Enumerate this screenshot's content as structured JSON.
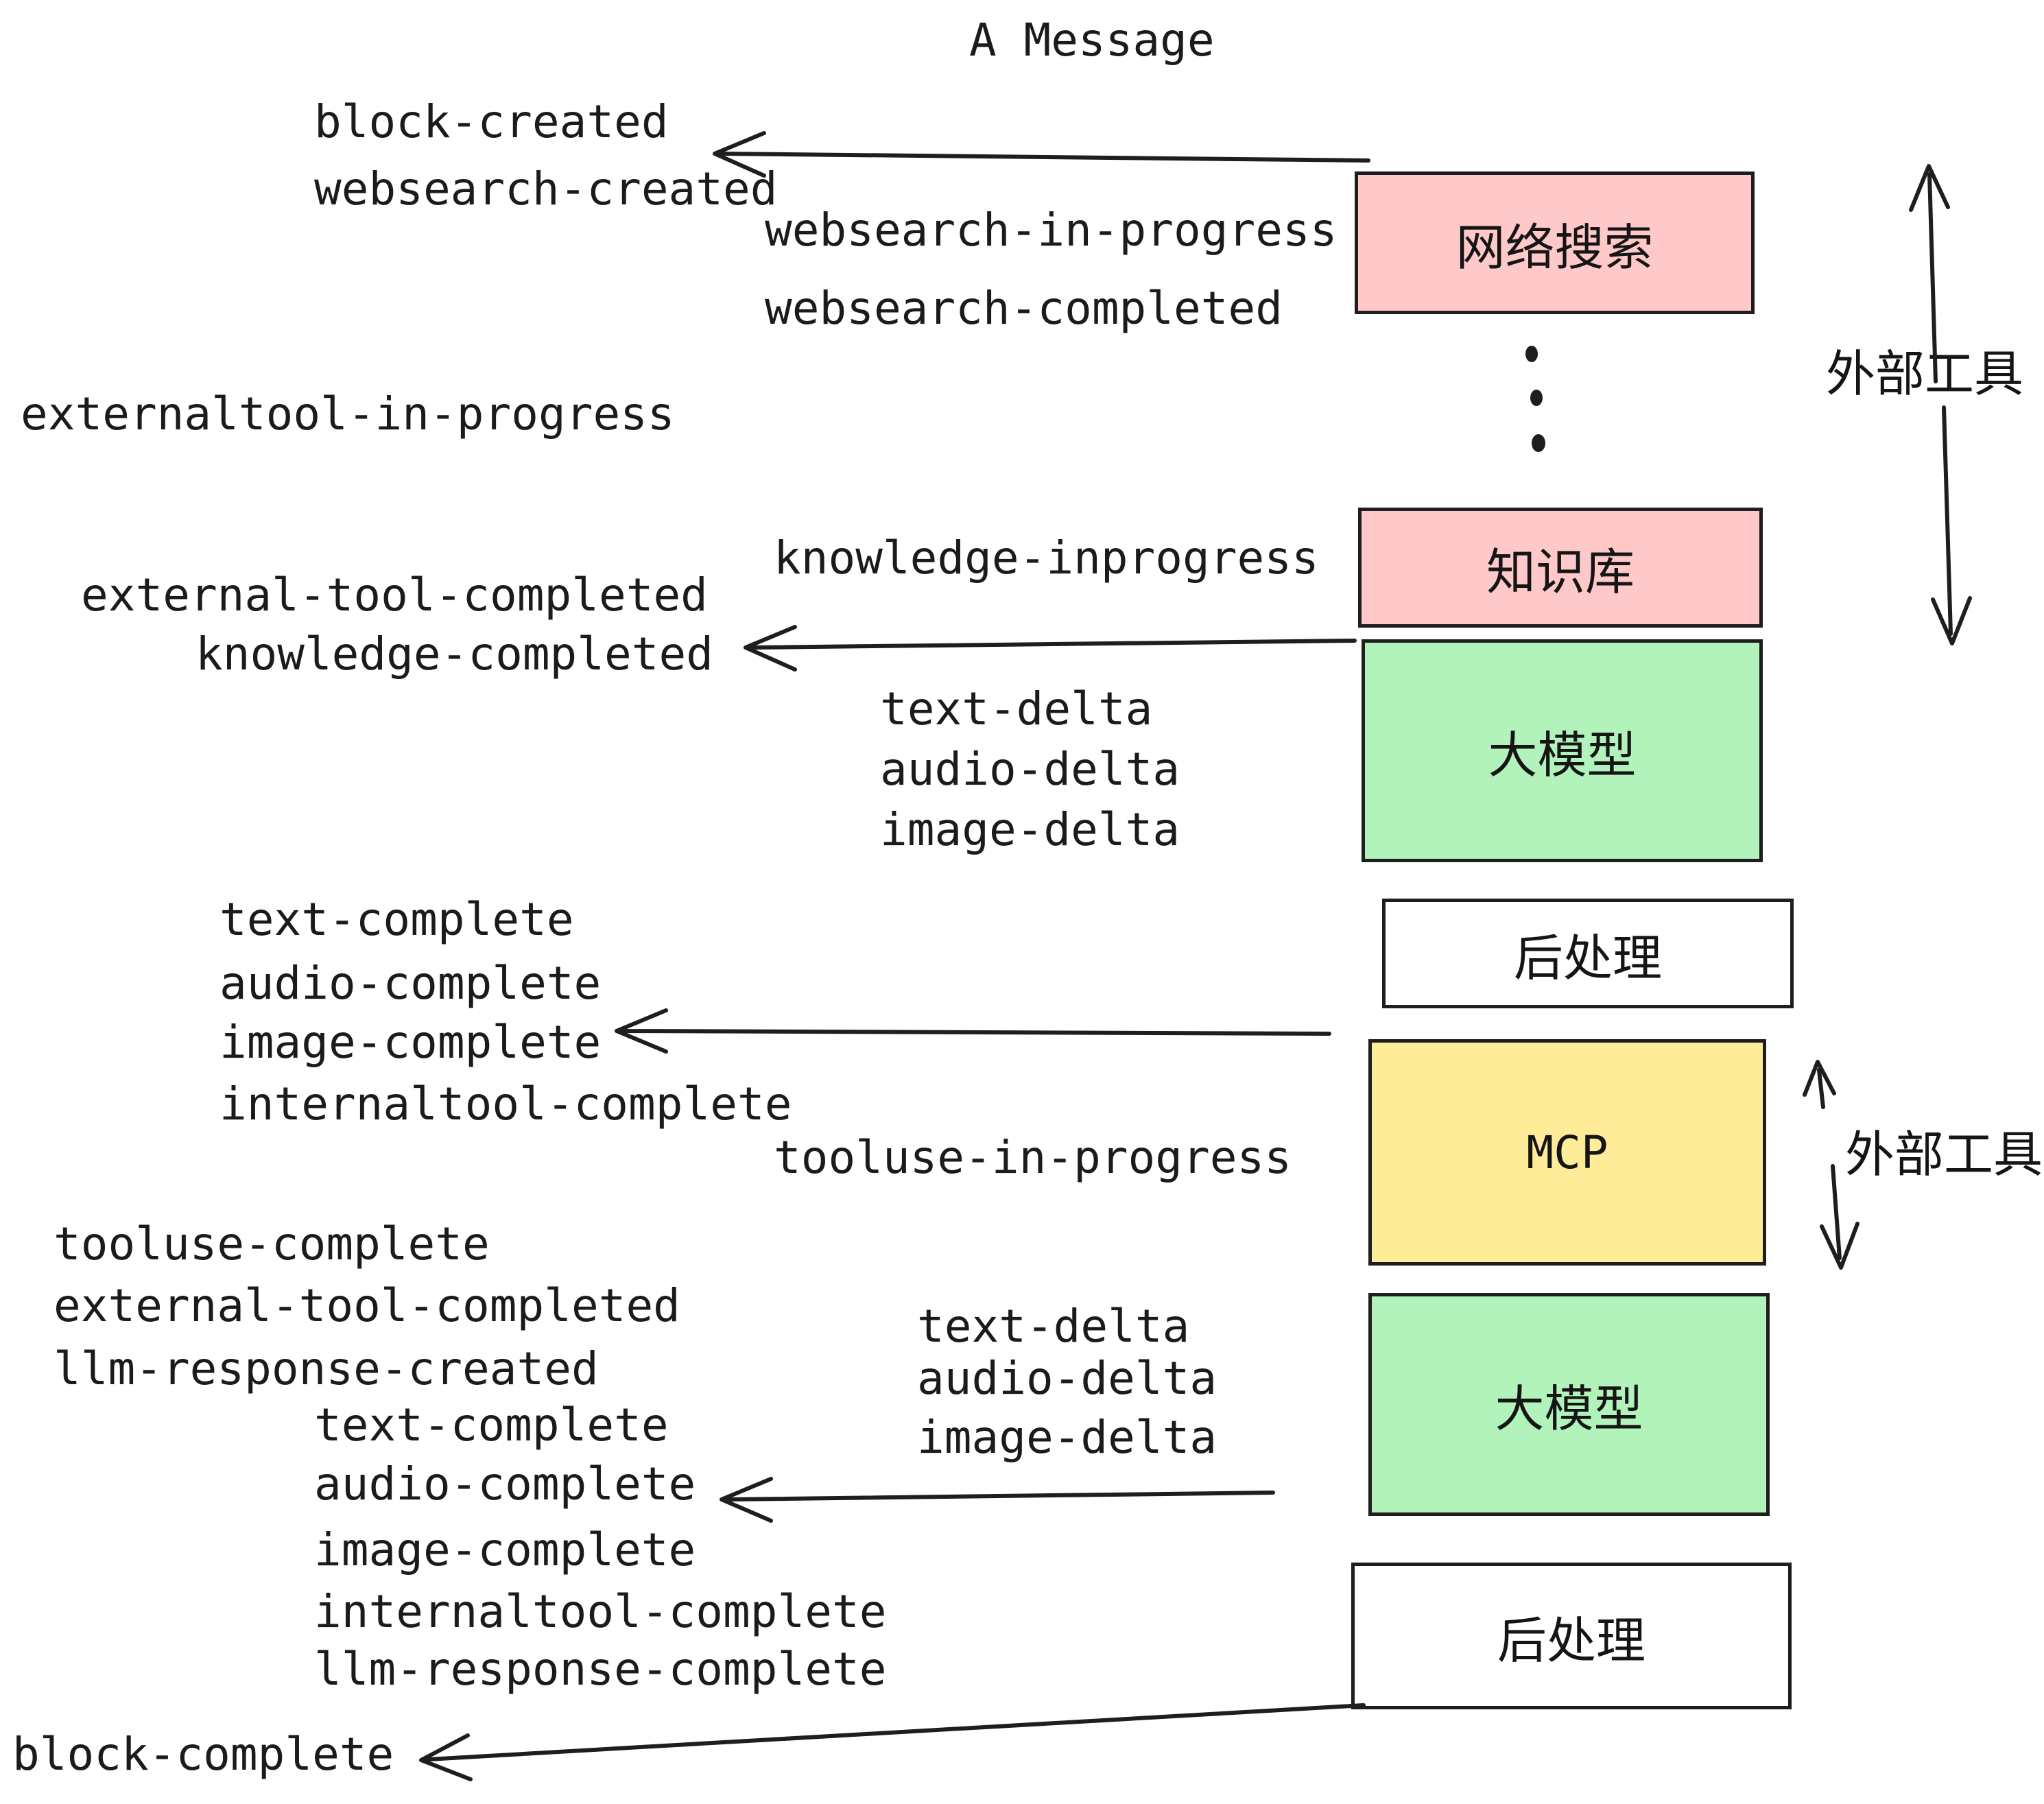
{
  "title": "A Message",
  "colors": {
    "pink": "#ffc9c9",
    "green": "#b2f2bb",
    "yellow": "#ffec99",
    "white": "#ffffff",
    "stroke": "#1e1e1e"
  },
  "boxes": [
    {
      "label": "网络搜索",
      "color": "pink"
    },
    {
      "label": "知识库",
      "color": "pink"
    },
    {
      "label": "大模型",
      "color": "green"
    },
    {
      "label": "后处理",
      "color": "white"
    },
    {
      "label": "MCP",
      "color": "yellow"
    },
    {
      "label": "大模型",
      "color": "green"
    },
    {
      "label": "后处理",
      "color": "white"
    }
  ],
  "side_labels": {
    "external_tools_top": "外部工具",
    "external_tools_mid": "外部工具"
  },
  "events": {
    "block_created": "block-created",
    "websearch_created": "websearch-created",
    "websearch_in_progress": "websearch-in-progress",
    "websearch_completed": "websearch-completed",
    "externaltool_in_progress": "externaltool-in-progress",
    "knowledge_inprogress": "knowledge-inprogress",
    "external_tool_completed_1": "external-tool-completed",
    "knowledge_completed": "knowledge-completed",
    "text_delta_1": "text-delta",
    "audio_delta_1": "audio-delta",
    "image_delta_1": "image-delta",
    "text_complete_1": "text-complete",
    "audio_complete_1": "audio-complete",
    "image_complete_1": "image-complete",
    "internaltool_complete_1": "internaltool-complete",
    "tooluse_in_progress": "tooluse-in-progress",
    "tooluse_complete": "tooluse-complete",
    "external_tool_completed_2": "external-tool-completed",
    "llm_response_created": "llm-response-created",
    "text_delta_2": "text-delta",
    "audio_delta_2": "audio-delta",
    "image_delta_2": "image-delta",
    "text_complete_2": "text-complete",
    "audio_complete_2": "audio-complete",
    "image_complete_2": "image-complete",
    "internaltool_complete_2": "internaltool-complete",
    "llm_response_complete": "llm-response-complete",
    "block_complete": "block-complete"
  }
}
